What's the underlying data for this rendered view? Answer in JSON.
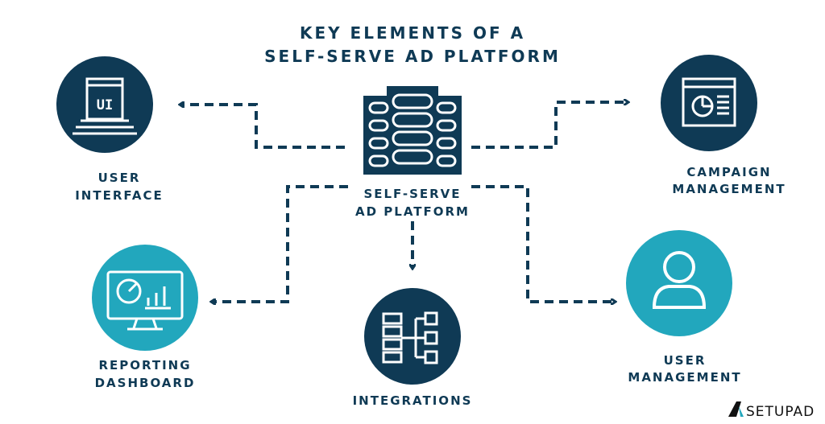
{
  "title": {
    "line1": "KEY ELEMENTS OF A",
    "line2": "SELF-SERVE AD PLATFORM"
  },
  "center": {
    "line1": "SELF-SERVE",
    "line2": "AD PLATFORM",
    "icon": "server-rack-icon"
  },
  "nodes": {
    "user_interface": {
      "line1": "USER",
      "line2": "INTERFACE",
      "icon_text": "UI"
    },
    "campaign_management": {
      "line1": "CAMPAIGN",
      "line2": "MANAGEMENT"
    },
    "reporting_dashboard": {
      "line1": "REPORTING",
      "line2": "DASHBOARD"
    },
    "integrations": {
      "line1": "INTEGRATIONS"
    },
    "user_management": {
      "line1": "USER",
      "line2": "MANAGEMENT"
    }
  },
  "logo": {
    "text": "SETUPAD"
  },
  "colors": {
    "navy": "#0f3a55",
    "teal": "#22a7bd"
  }
}
